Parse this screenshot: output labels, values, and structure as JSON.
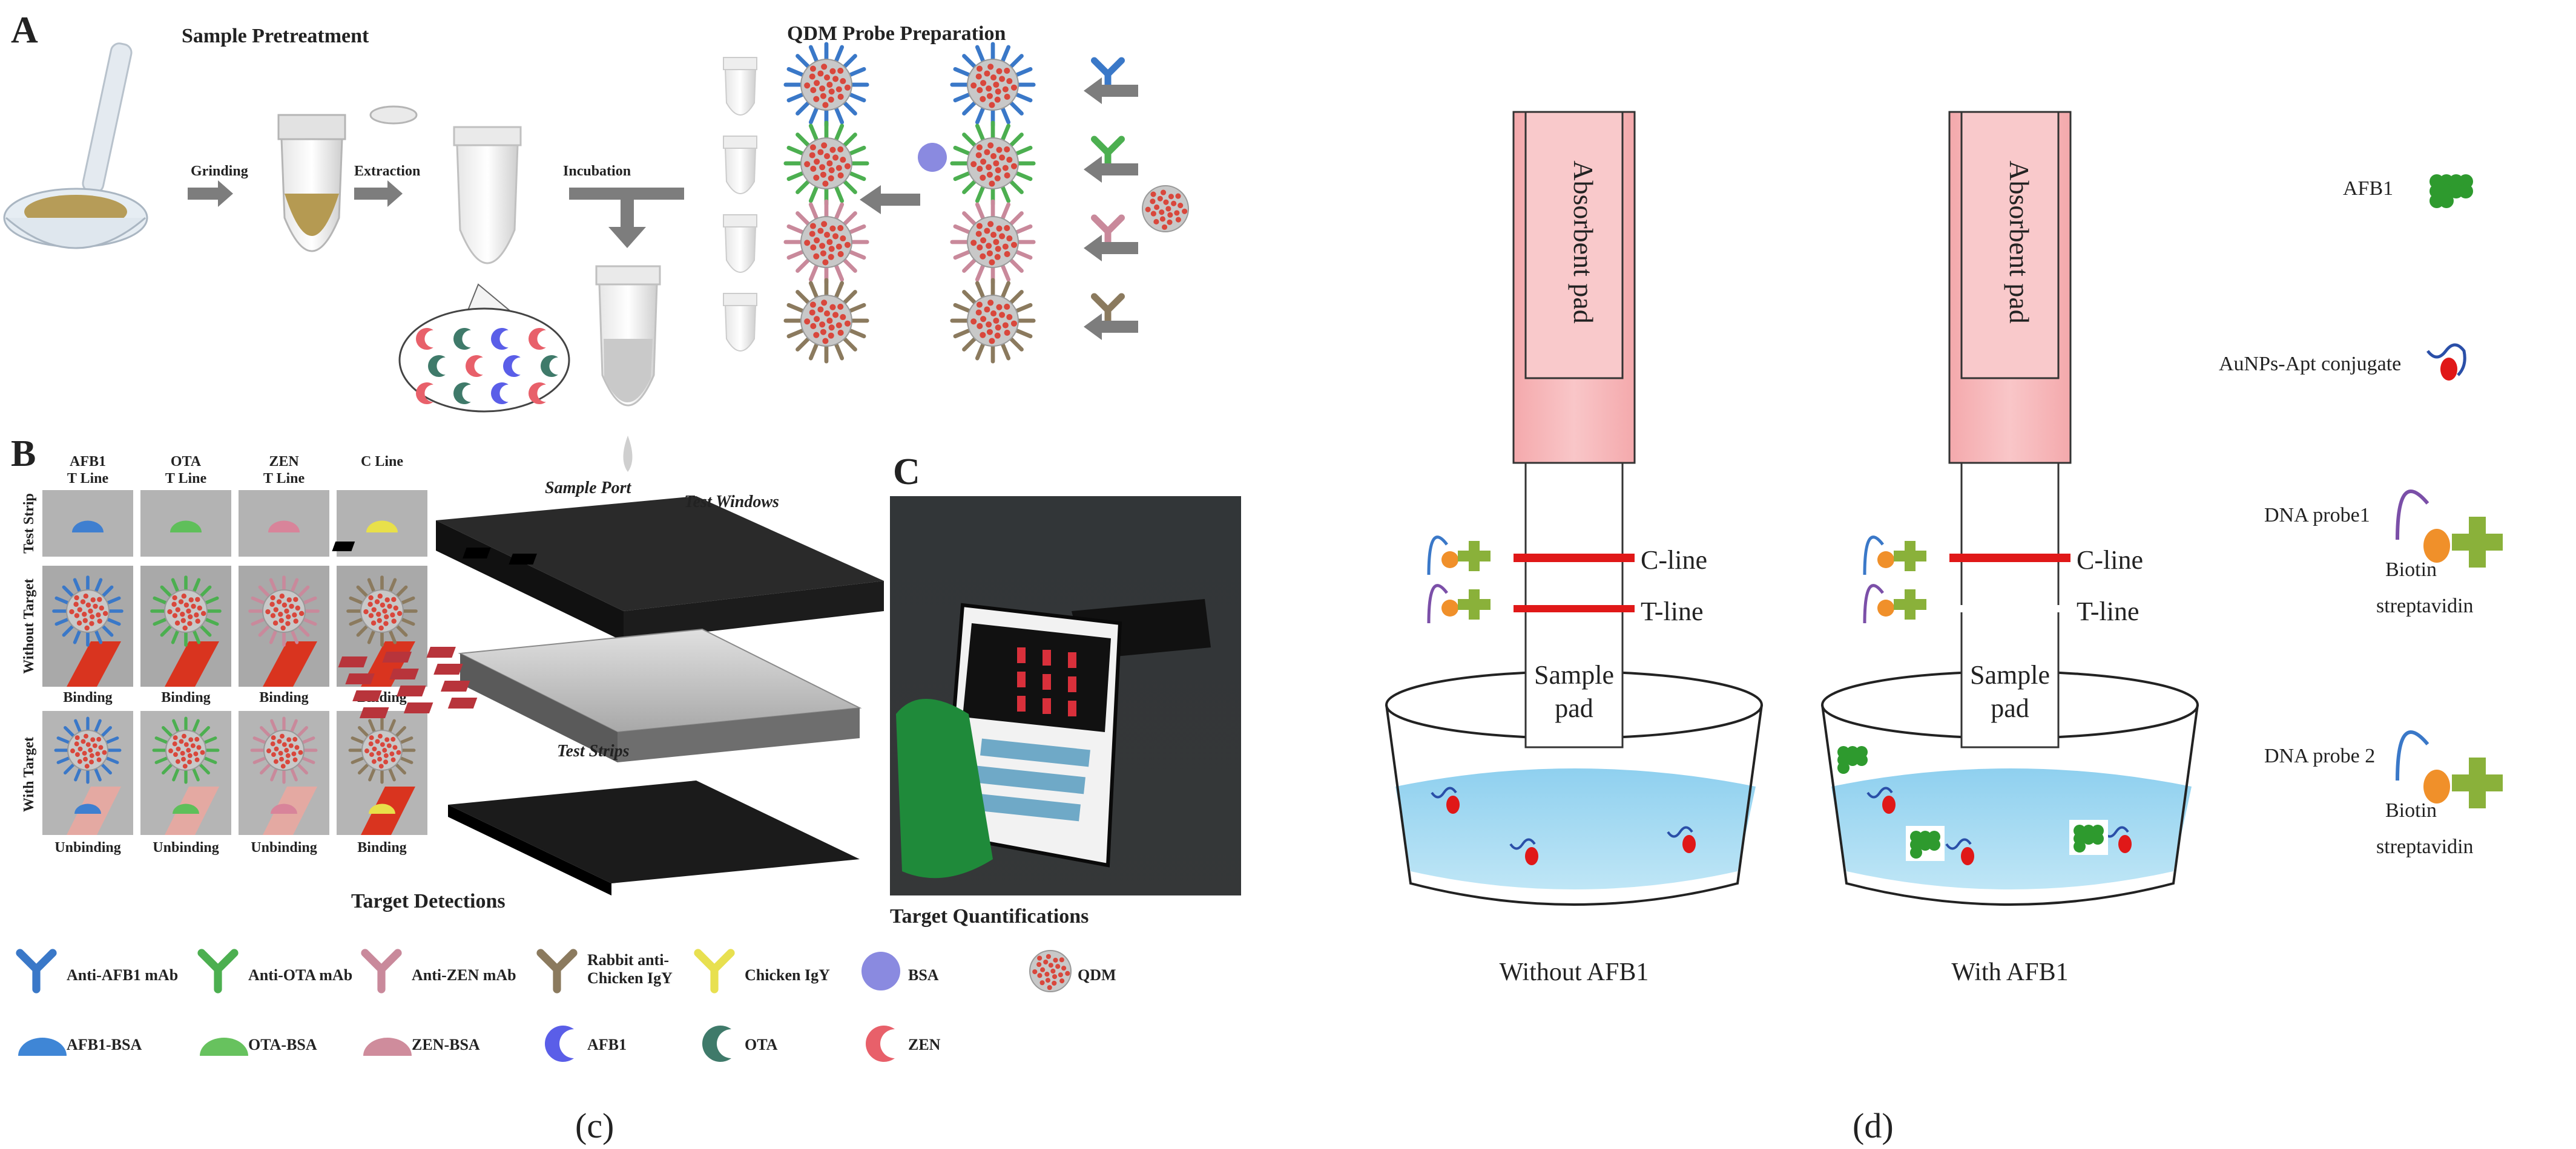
{
  "panel_c": {
    "caption": "(c)",
    "A": {
      "letter": "A",
      "sample_pretreatment": "Sample Pretreatment",
      "qdm_probe_preparation": "QDM Probe Preparation",
      "grinding": "Grinding",
      "extraction": "Extraction",
      "incubation": "Incubation"
    },
    "B": {
      "letter": "B",
      "columns": [
        {
          "line1": "AFB1",
          "line2": "T Line",
          "color": "#3f7fd0"
        },
        {
          "line1": "OTA",
          "line2": "T Line",
          "color": "#5fbf5a"
        },
        {
          "line1": "ZEN",
          "line2": "T Line",
          "color": "#d8849a"
        },
        {
          "line1": "C Line",
          "line2": "",
          "color": "#e8e04a"
        }
      ],
      "row_labels": [
        "Test Strip",
        "Without Target",
        "With Target"
      ],
      "without_target_labels": [
        "Binding",
        "Binding",
        "Binding",
        "Binding"
      ],
      "with_target_labels": [
        "Unbinding",
        "Unbinding",
        "Unbinding",
        "Binding"
      ],
      "sample_port": "Sample Port",
      "test_windows": "Test Windows",
      "test_strips": "Test Strips",
      "target_detections": "Target Detections"
    },
    "C": {
      "letter": "C",
      "target_quantifications": "Target Quantifications"
    },
    "legend": [
      {
        "label": "Anti-AFB1 mAb",
        "icon": "antibody-icon",
        "color": "#3a78c8"
      },
      {
        "label": "Anti-OTA mAb",
        "icon": "antibody-icon",
        "color": "#4caf50"
      },
      {
        "label": "Anti-ZEN mAb",
        "icon": "antibody-icon",
        "color": "#c9899b"
      },
      {
        "label": "Rabbit anti-",
        "label2": "Chicken IgY",
        "icon": "antibody-icon",
        "color": "#8b7a5e"
      },
      {
        "label": "Chicken IgY",
        "icon": "antibody-icon",
        "color": "#e8e050"
      },
      {
        "label": "BSA",
        "icon": "sphere-icon",
        "color": "#8a8ae0"
      },
      {
        "label": "QDM",
        "icon": "qdm-icon",
        "color": "#d9473c"
      },
      {
        "label": "AFB1-BSA",
        "icon": "dome-icon",
        "color": "#3f86d6"
      },
      {
        "label": "OTA-BSA",
        "icon": "dome-icon",
        "color": "#67c25e"
      },
      {
        "label": "ZEN-BSA",
        "icon": "dome-icon",
        "color": "#cf8c9c"
      },
      {
        "label": "AFB1",
        "icon": "crescent-icon",
        "color": "#5a5ee8"
      },
      {
        "label": "OTA",
        "icon": "crescent-icon",
        "color": "#3f7a6a"
      },
      {
        "label": "ZEN",
        "icon": "crescent-icon",
        "color": "#e8606a"
      }
    ]
  },
  "panel_d": {
    "caption": "(d)",
    "strips": [
      {
        "absorbent_pad": "Absorbent pad",
        "c_line": "C-line",
        "t_line": "T-line",
        "sample_pad_1": "Sample",
        "sample_pad_2": "pad",
        "label": "Without AFB1",
        "t_line_color": "#e01818"
      },
      {
        "absorbent_pad": "Absorbent pad",
        "c_line": "C-line",
        "t_line": "T-line",
        "sample_pad_1": "Sample",
        "sample_pad_2": "pad",
        "label": "With AFB1",
        "t_line_color": "#ffffff"
      }
    ],
    "legend": {
      "afb1": "AFB1",
      "aunps_apt": "AuNPs-Apt conjugate",
      "dna_probe1": "DNA probe1",
      "biotin_1": "Biotin",
      "streptavidin_1": "streptavidin",
      "dna_probe2": "DNA probe 2",
      "biotin_2": "Biotin",
      "streptavidin_2": "streptavidin"
    }
  }
}
